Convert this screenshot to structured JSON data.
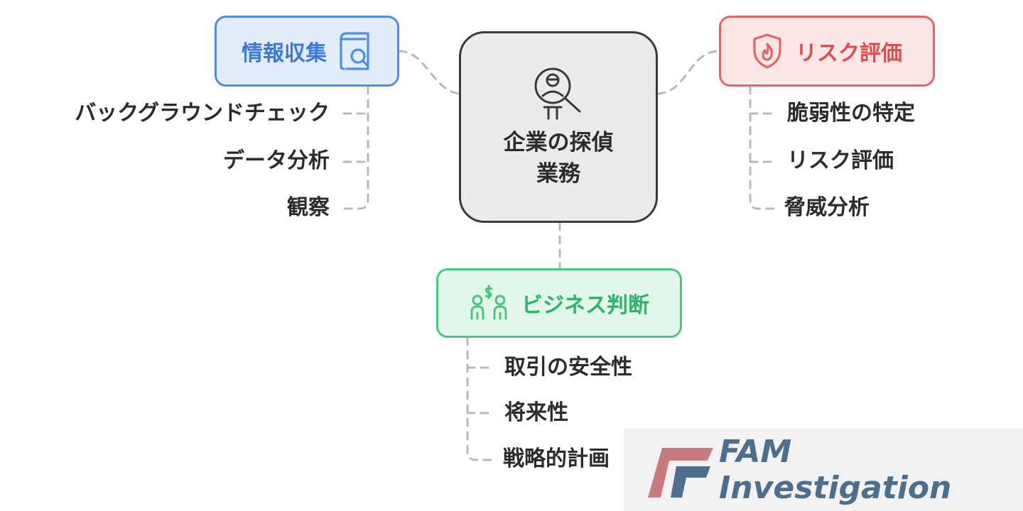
{
  "center": {
    "title_line1": "企業の探偵",
    "title_line2": "業務",
    "icon": "detective-icon"
  },
  "branches": {
    "info": {
      "label": "情報収集",
      "icon": "search-document-icon",
      "color": "#4e8de0",
      "items": [
        "バックグラウンドチェック",
        "データ分析",
        "観察"
      ]
    },
    "risk": {
      "label": "リスク評価",
      "icon": "shield-fire-icon",
      "color": "#e06767",
      "items": [
        "脆弱性の特定",
        "リスク評価",
        "脅威分析"
      ]
    },
    "biz": {
      "label": "ビジネス判断",
      "icon": "people-money-icon",
      "color": "#4cc583",
      "items": [
        "取引の安全性",
        "将来性",
        "戦略的計画"
      ]
    }
  },
  "watermark": {
    "brand": "FAM Investigation",
    "logo": "fam-logo-icon"
  }
}
